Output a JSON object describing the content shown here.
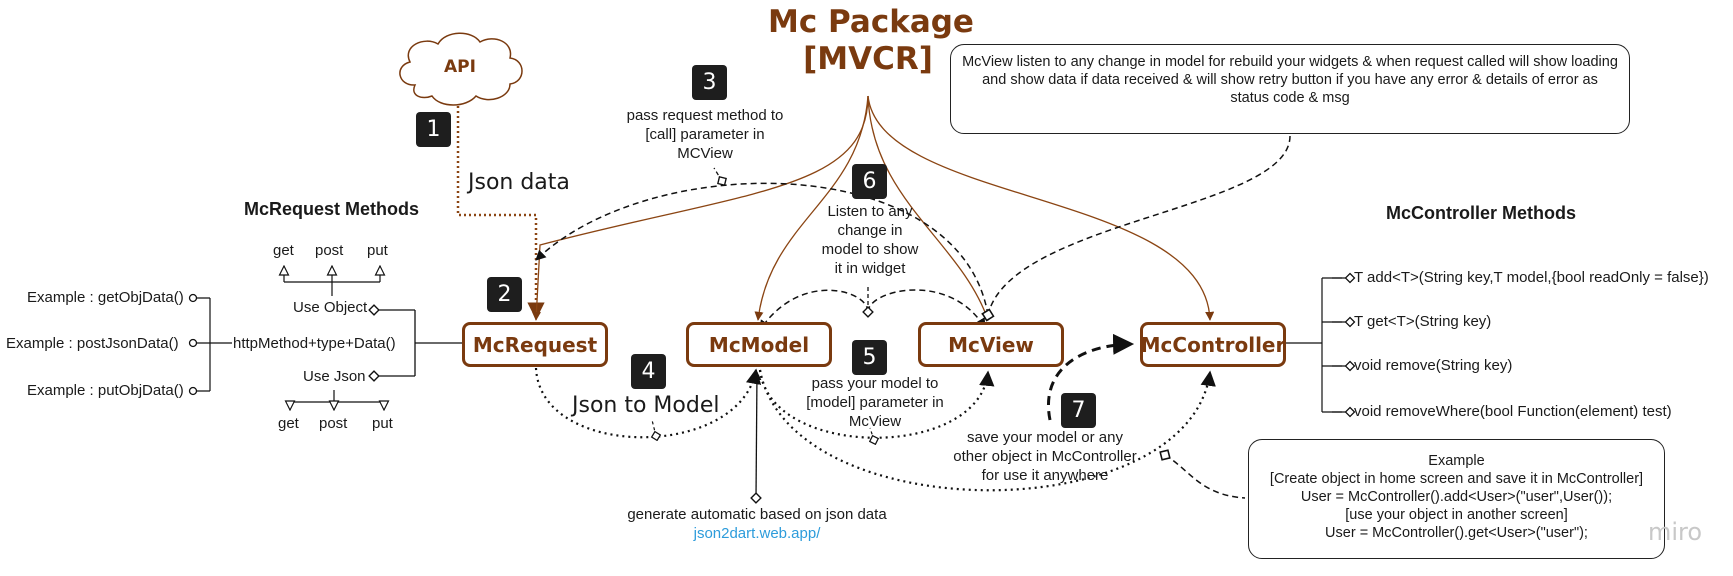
{
  "title_line1": "Mc Package",
  "title_line2": "[MVCR]",
  "api": "API",
  "json_data": "Json data",
  "nodes": {
    "request": "McRequest",
    "model": "McModel",
    "view": "McView",
    "controller": "McController"
  },
  "badges": [
    "1",
    "2",
    "3",
    "4",
    "5",
    "6",
    "7"
  ],
  "step3": [
    "pass request method to",
    "[call] parameter in",
    "MCView"
  ],
  "step4": "Json to Model",
  "step5": [
    "pass your model to",
    "[model] parameter in",
    "McView"
  ],
  "step6": [
    "Listen to any",
    "change in",
    "model to show",
    "it in widget"
  ],
  "step7": [
    "save your model or any",
    "other object in McController",
    "for use it anywhere"
  ],
  "generate": "generate automatic based on json data",
  "generate_link": "json2dart.web.app/",
  "view_note": "McView listen to any change in model for rebuild your widgets & when request called will show loading and show data if data received & will show retry button if you have any error & details of error as status code & msg",
  "request_methods": {
    "heading": "McRequest Methods",
    "top_methods": [
      "get",
      "post",
      "put"
    ],
    "use_object": "Use Object",
    "http": "httpMethod+type+Data()",
    "use_json": "Use Json",
    "bottom_methods": [
      "get",
      "post",
      "put"
    ],
    "examples": [
      "Example : getObjData()",
      "Example : postJsonData()",
      "Example : putObjData()"
    ]
  },
  "controller_methods": {
    "heading": "McController Methods",
    "items": [
      "T add<T>(String key,T model,{bool readOnly = false})",
      "T get<T>(String key)",
      "void remove(String key)",
      "void removeWhere(bool Function(element) test)"
    ]
  },
  "example_note": [
    "Example",
    "[Create object in home screen and save it in McController]",
    "User = McController().add<User>(\"user\",User());",
    "[use your object in another screen]",
    "User = McController().get<User>(\"user\");"
  ],
  "watermark": "miro",
  "colors": {
    "brown": "#7a3a0f",
    "brown_line": "#8b4513",
    "link": "#2d9cdb",
    "badge": "#1e1e1e"
  }
}
